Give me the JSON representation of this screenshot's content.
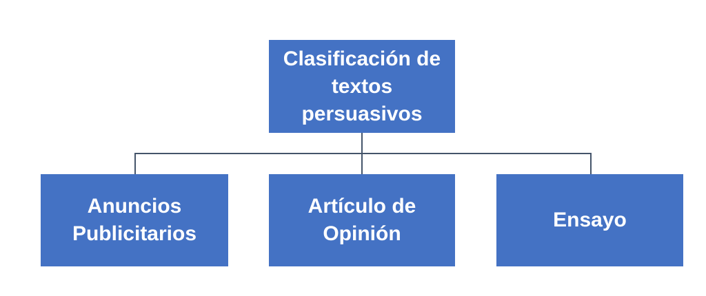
{
  "diagram": {
    "type": "hierarchy",
    "colors": {
      "node_fill": "#4472C4",
      "node_text": "#FFFFFF",
      "connector": "#44546A",
      "background": "#FFFFFF"
    },
    "root": {
      "lines": [
        "Clasificación de",
        "textos",
        "persuasivos"
      ]
    },
    "children": [
      {
        "lines": [
          "Anuncios",
          "Publicitarios"
        ]
      },
      {
        "lines": [
          "Artículo de",
          "Opinión"
        ]
      },
      {
        "lines": [
          "Ensayo"
        ]
      }
    ]
  }
}
